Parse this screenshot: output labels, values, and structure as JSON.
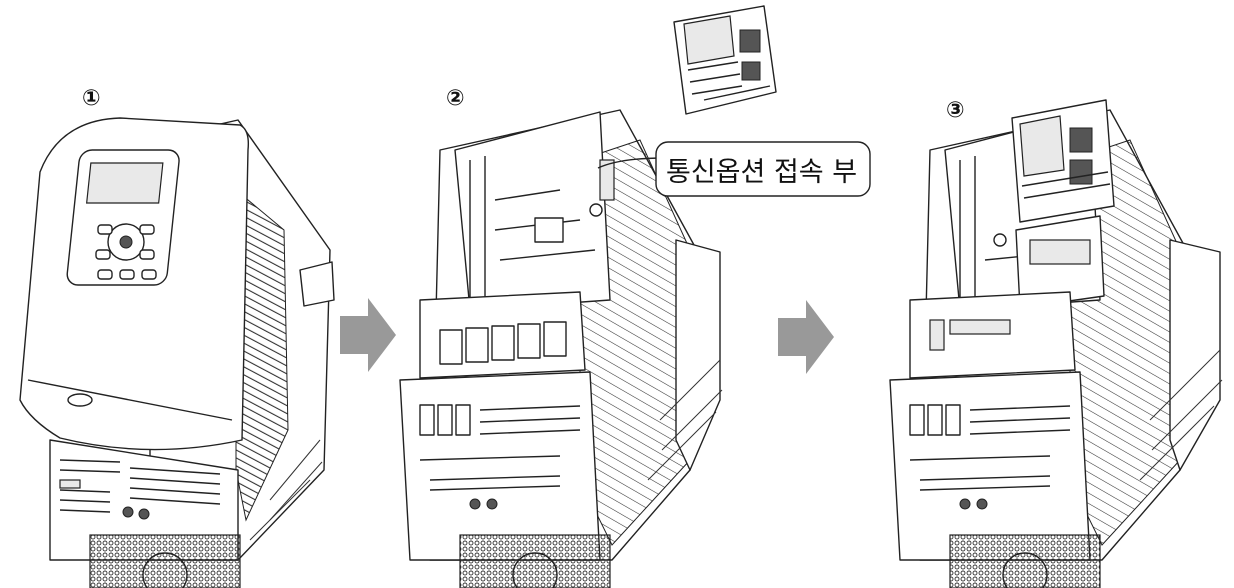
{
  "steps": [
    {
      "label": "①"
    },
    {
      "label": "②"
    },
    {
      "label": "③"
    }
  ],
  "callout": {
    "text": "통신옵션 접속 부"
  },
  "colors": {
    "line": "#222222",
    "arrow": "#999999",
    "background": "#ffffff"
  },
  "icons": [
    "arrow-right-icon",
    "arrow-right-icon"
  ]
}
